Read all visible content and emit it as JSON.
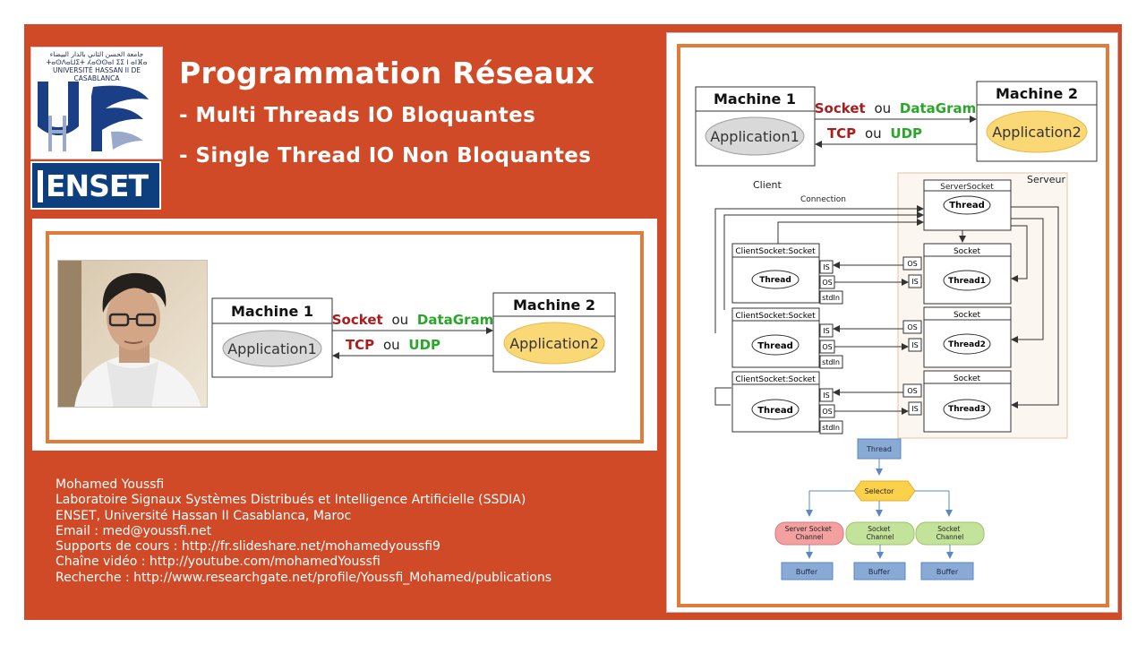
{
  "slide": {
    "title": "Programmation Réseaux",
    "subtitles": [
      "- Multi Threads IO Bloquantes",
      "- Single Thread IO Non Bloquantes"
    ],
    "logos": {
      "uh2_text": "جامعة الحسن الثاني بالدار البيضاء\nⵜⴰⵙⴷⴰⵡⵉⵜ ⵃⴰⵙⵙⴰⵏ ⵉⵉ ⵏ ⴰⵏⴼⴰ\nUNIVERSITÉ HASSAN II DE CASABLANCA",
      "enset_text": "ENSET"
    },
    "credits": [
      "Mohamed Youssfi",
      "Laboratoire Signaux Systèmes Distribués et Intelligence Artificielle (SSDIA)",
      "ENSET, Université Hassan II Casablanca, Maroc",
      "Email : med@youssfi.net",
      "Supports de cours : http://fr.slideshare.net/mohamedyoussfi9",
      "Chaîne vidéo : http://youtube.com/mohamedYoussfi",
      "Recherche : http://www.researchgate.net/profile/Youssfi_Mohamed/publications"
    ]
  },
  "machine_diagram": {
    "machine1": "Machine 1",
    "app1": "Application1",
    "machine2": "Machine 2",
    "app2": "Application2",
    "socket": "Socket",
    "ou": "ou",
    "datagram": "DataGram",
    "tcp": "TCP",
    "udp": "UDP"
  },
  "thread_diagram": {
    "client": "Client",
    "serveur": "Serveur",
    "connection": "Connection",
    "server_socket": "ServerSocket",
    "thread": "Thread",
    "client_socket": "ClientSocket:Socket",
    "socket": "Socket",
    "is": "IS",
    "os": "OS",
    "stdin": "stdIn",
    "server_threads": [
      "Thread1",
      "Thread2",
      "Thread3"
    ]
  },
  "nio_diagram": {
    "thread": "Thread",
    "selector": "Selector",
    "channels": [
      "Server Socket\nChannel",
      "Socket\nChannel",
      "Socket\nChannel"
    ],
    "buffer": "Buffer"
  },
  "colors": {
    "background": "#d04a27",
    "frame": "#e07b39",
    "socket_red": "#a81d1d",
    "datagram_green": "#2aa62a",
    "app1_fill": "#d9d9d9",
    "app2_fill": "#fbd876",
    "nio_blue": "#8aaad6",
    "selector_yellow": "#fbd14b",
    "server_channel_pink": "#f3a0a0",
    "socket_channel_green": "#c3e39a"
  }
}
